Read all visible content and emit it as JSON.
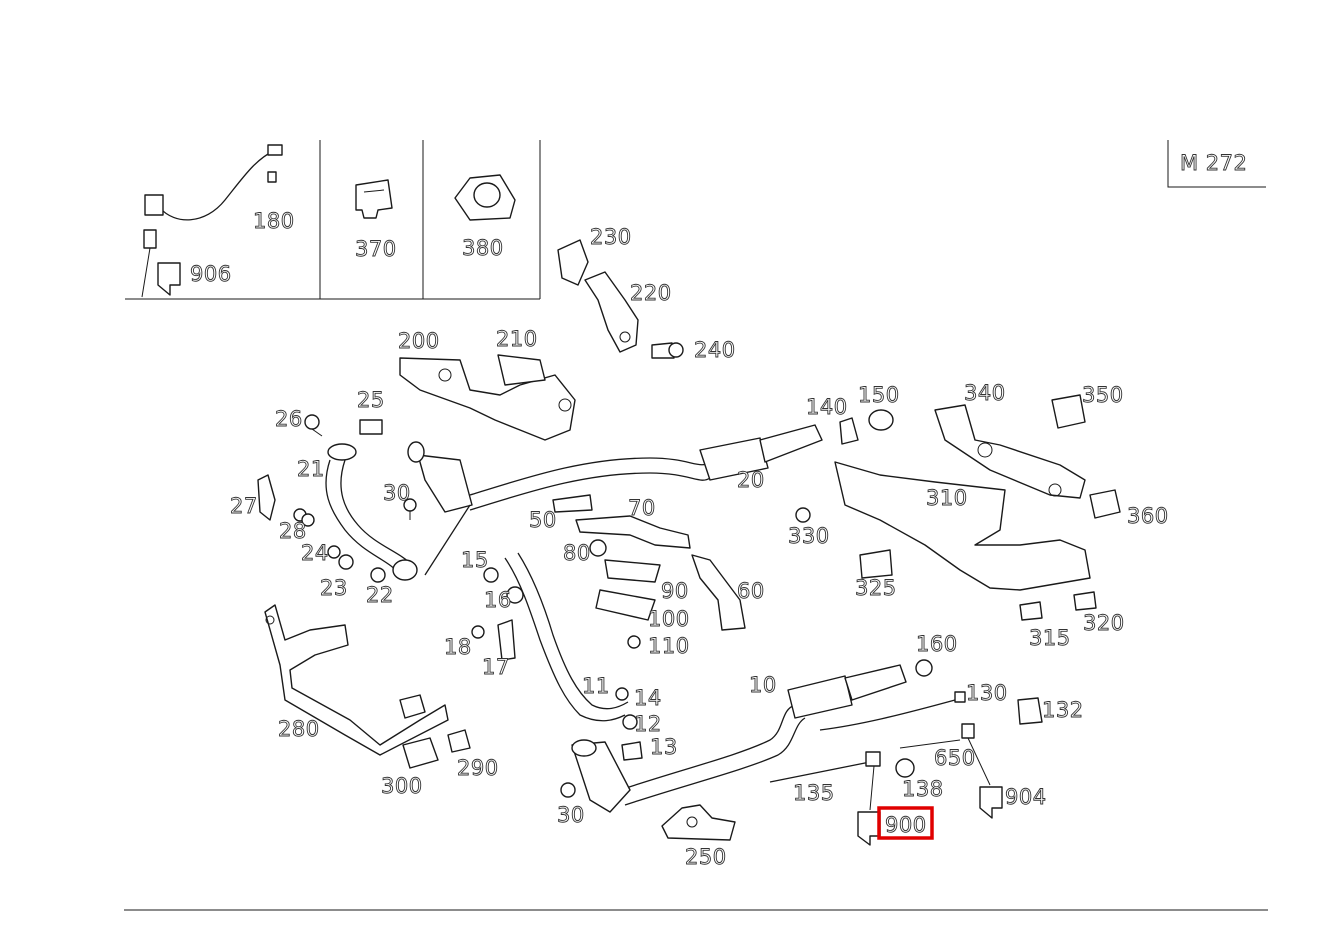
{
  "engine_code": "M 272",
  "highlight_color": "#e00000",
  "highlighted_part": "900",
  "parts": {
    "p10": "10",
    "p11": "11",
    "p12": "12",
    "p13": "13",
    "p14": "14",
    "p15": "15",
    "p16": "16",
    "p17": "17",
    "p18": "18",
    "p20": "20",
    "p21": "21",
    "p22": "22",
    "p23": "23",
    "p24": "24",
    "p25": "25",
    "p26": "26",
    "p27": "27",
    "p28": "28",
    "p30a": "30",
    "p30b": "30",
    "p50": "50",
    "p60": "60",
    "p70": "70",
    "p80": "80",
    "p90": "90",
    "p100": "100",
    "p110": "110",
    "p130": "130",
    "p132": "132",
    "p135": "135",
    "p138": "138",
    "p140": "140",
    "p150": "150",
    "p160": "160",
    "p180": "180",
    "p200": "200",
    "p210": "210",
    "p220": "220",
    "p230": "230",
    "p240": "240",
    "p250": "250",
    "p280": "280",
    "p290": "290",
    "p300": "300",
    "p310": "310",
    "p315": "315",
    "p320": "320",
    "p325": "325",
    "p330": "330",
    "p340": "340",
    "p350": "350",
    "p360": "360",
    "p370": "370",
    "p380": "380",
    "p650": "650",
    "p900": "900",
    "p904": "904",
    "p906": "906"
  }
}
